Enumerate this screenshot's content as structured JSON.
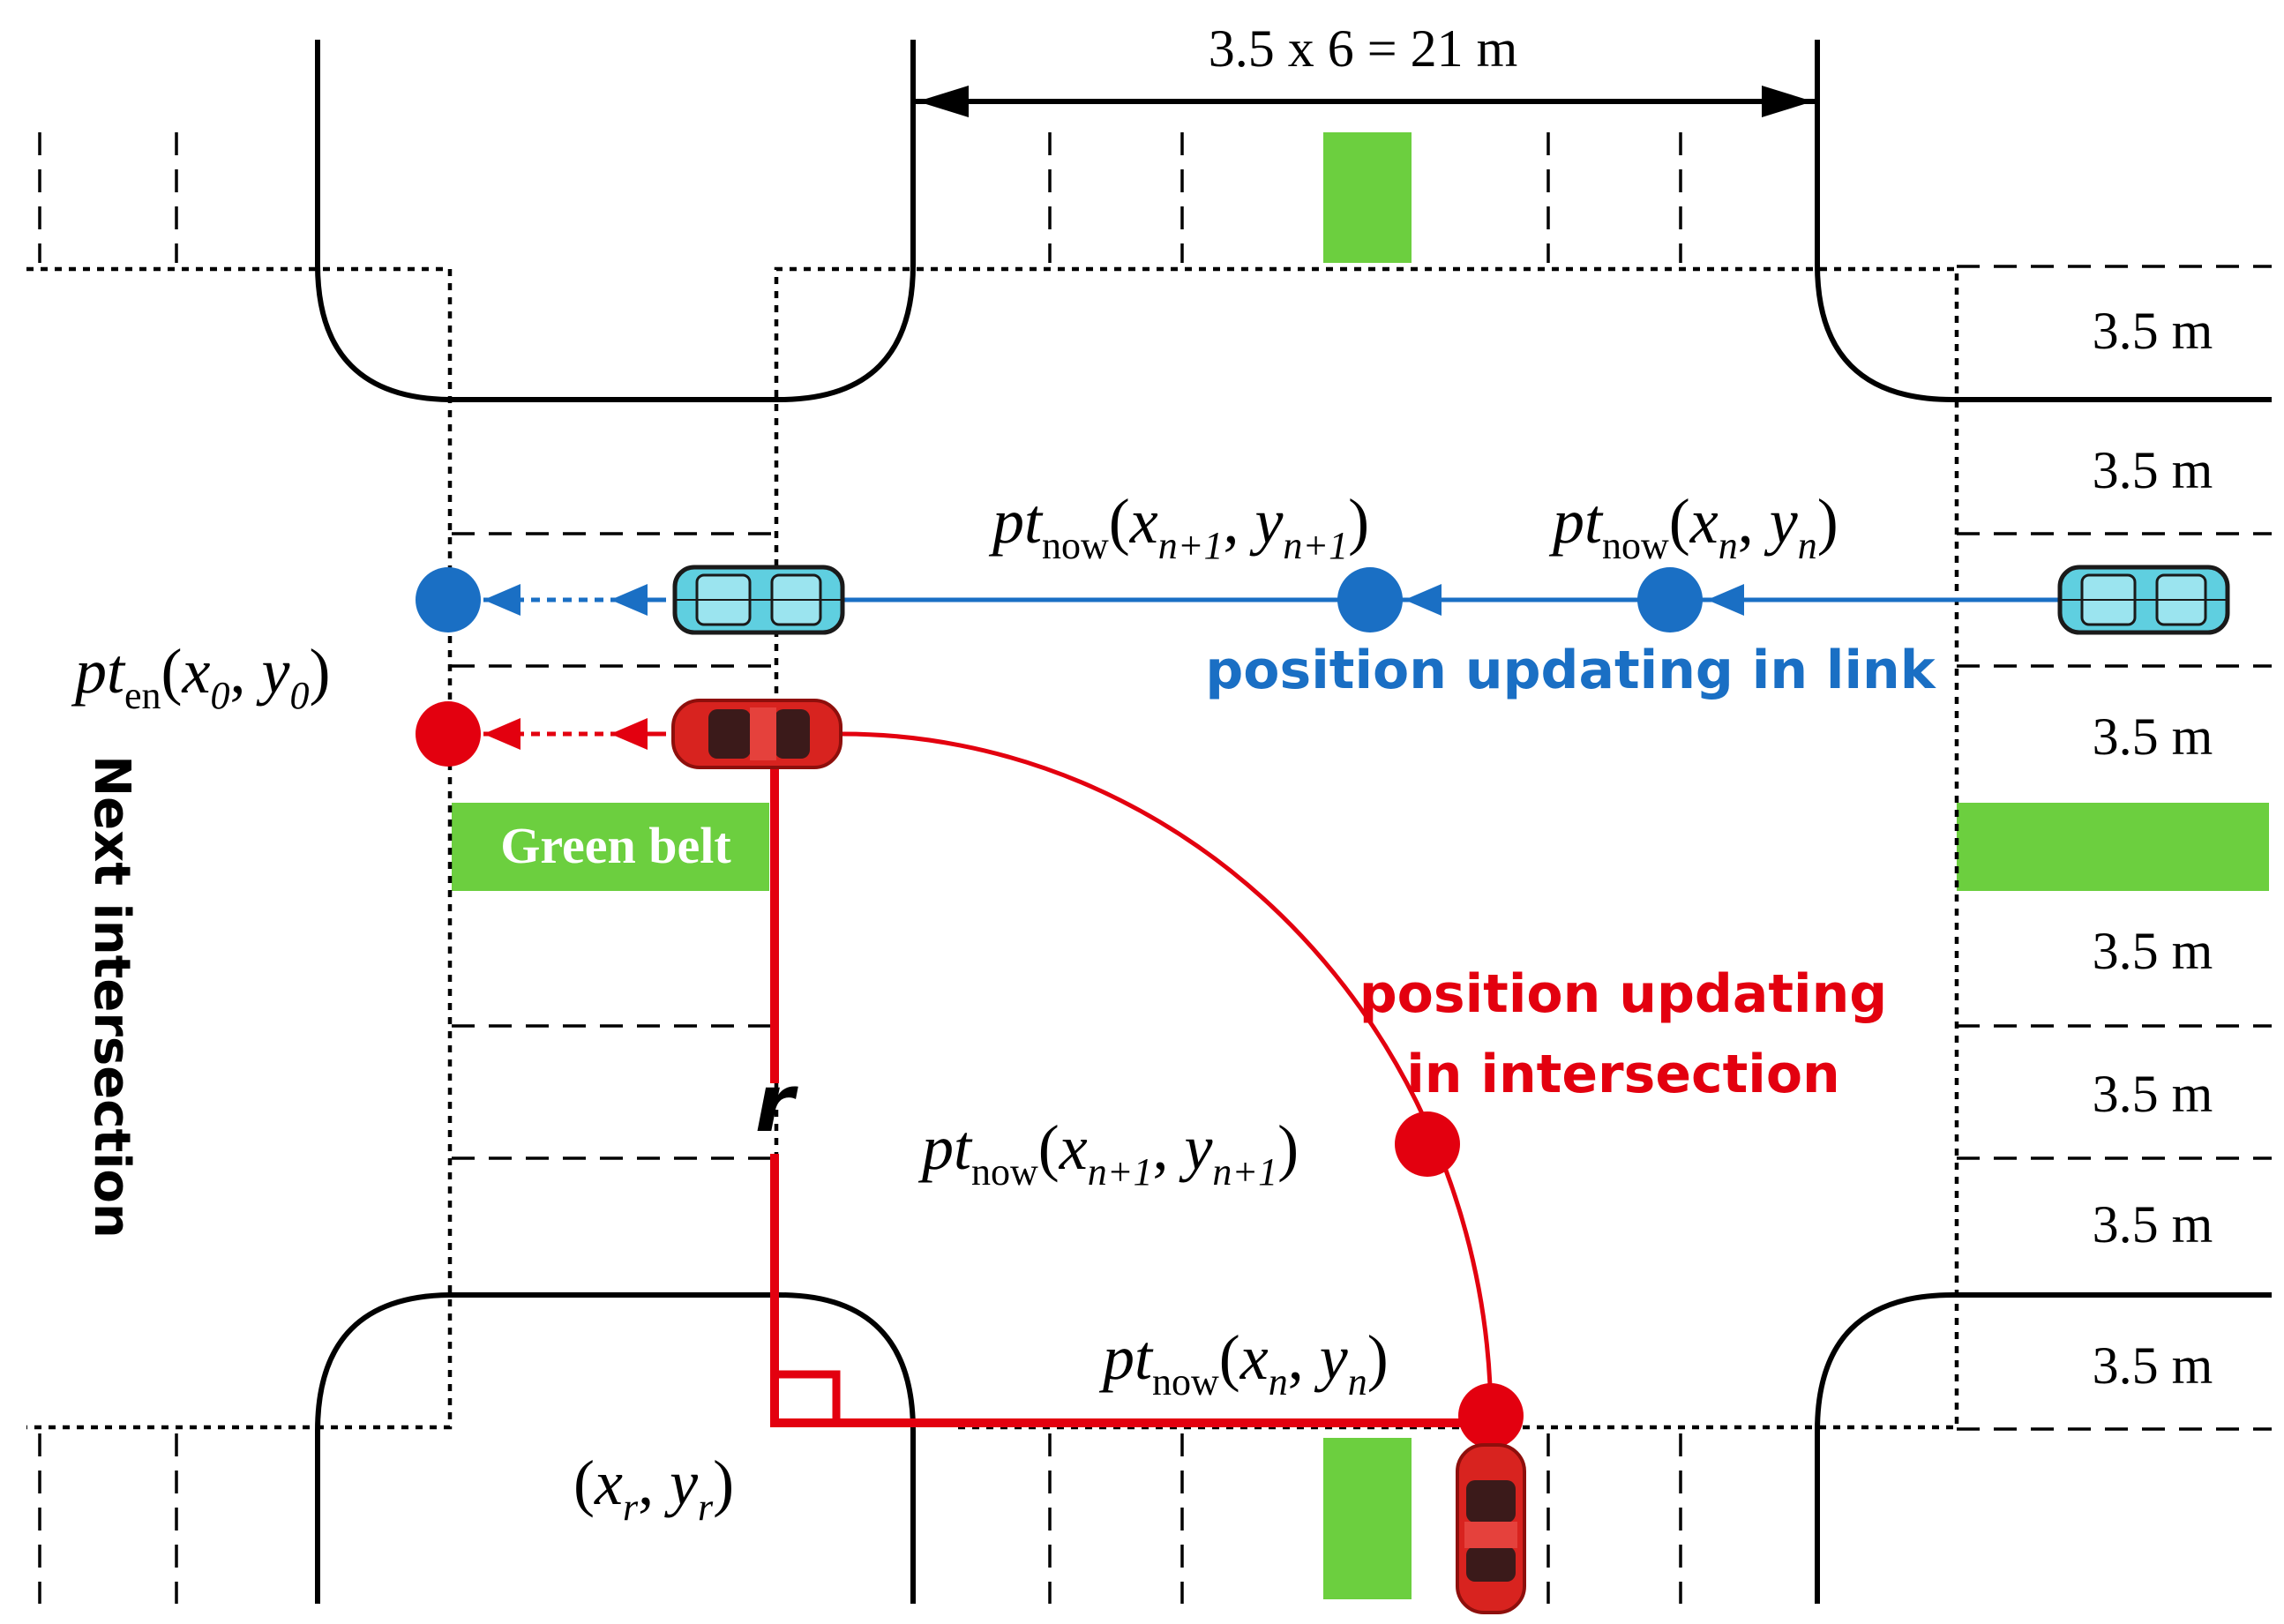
{
  "colors": {
    "blue": "#1a6fc4",
    "red": "#e3000f",
    "green": "#6ccf3f",
    "car_blue": "#5fcfe0",
    "car_red": "#d8231f",
    "black": "#000000"
  },
  "labels": {
    "width_formula": "3.5 x 6 = 21 m",
    "lane_widths": [
      "3.5 m",
      "3.5 m",
      "3.5 m",
      "3.5 m",
      "3.5 m",
      "3.5 m",
      "3.5 m"
    ],
    "green_belt": "Green belt",
    "next_intersection": "Next intersection",
    "link_caption": "position updating in link",
    "intersection_caption_1": "position updating",
    "intersection_caption_2": "in intersection",
    "radius": "r",
    "pt": "pt",
    "now": "now",
    "en": "en",
    "blue_pt_near": {
      "x": "x",
      "xs": "n+1",
      "y": "y",
      "ys": "n+1"
    },
    "blue_pt_far": {
      "x": "x",
      "xs": "n",
      "y": "y",
      "ys": "n"
    },
    "entry_pt": {
      "x": "x",
      "xs": "0",
      "y": "y",
      "ys": "0"
    },
    "red_pt_mid": {
      "x": "x",
      "xs": "n+1",
      "y": "y",
      "ys": "n+1"
    },
    "red_pt_low": {
      "x": "x",
      "xs": "n",
      "y": "y",
      "ys": "n"
    },
    "center_pt": {
      "x": "x",
      "xs": "r",
      "y": "y",
      "ys": "r"
    }
  },
  "icons": [
    "blue-car-icon",
    "red-car-icon",
    "arrow-left-icon",
    "right-angle-icon"
  ]
}
